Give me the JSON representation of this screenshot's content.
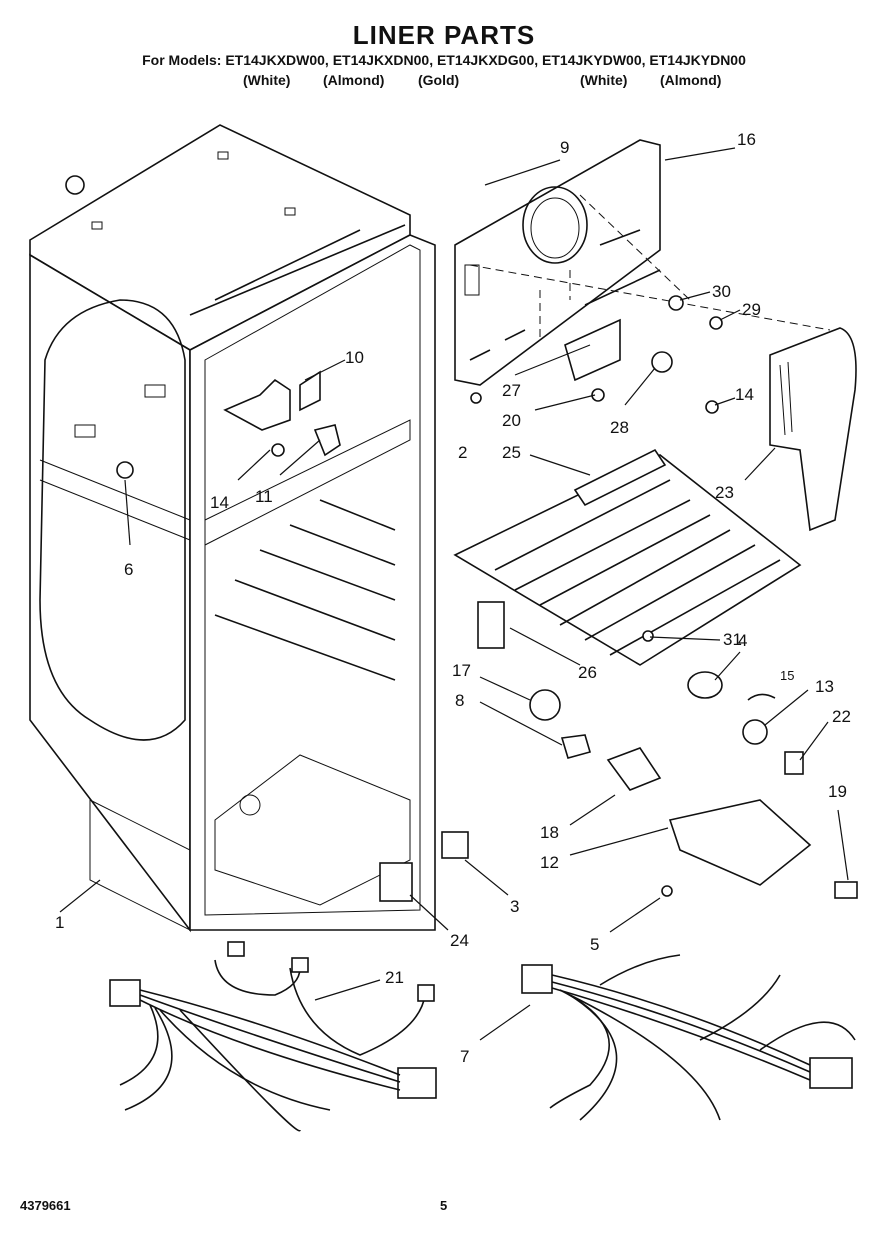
{
  "header": {
    "title": "LINER PARTS",
    "models_line": "For Models: ET14JKXDW00, ET14JKXDN00, ET14JKXDG00, ET14JKYDW00, ET14JKYDN00",
    "colors": [
      "(White)",
      "(Almond)",
      "(Gold)",
      "(White)",
      "(Almond)"
    ]
  },
  "footer": {
    "doc_number": "4379661",
    "page_number": "5"
  },
  "callouts": [
    {
      "id": "c1",
      "label": "1"
    },
    {
      "id": "c2",
      "label": "2"
    },
    {
      "id": "c3",
      "label": "3"
    },
    {
      "id": "c4",
      "label": "4"
    },
    {
      "id": "c5",
      "label": "5"
    },
    {
      "id": "c6",
      "label": "6"
    },
    {
      "id": "c7",
      "label": "7"
    },
    {
      "id": "c8",
      "label": "8"
    },
    {
      "id": "c9",
      "label": "9"
    },
    {
      "id": "c10",
      "label": "10"
    },
    {
      "id": "c11",
      "label": "11"
    },
    {
      "id": "c12",
      "label": "12"
    },
    {
      "id": "c13",
      "label": "13"
    },
    {
      "id": "c14a",
      "label": "14"
    },
    {
      "id": "c14b",
      "label": "14"
    },
    {
      "id": "c15",
      "label": "15"
    },
    {
      "id": "c16",
      "label": "16"
    },
    {
      "id": "c17",
      "label": "17"
    },
    {
      "id": "c18",
      "label": "18"
    },
    {
      "id": "c19",
      "label": "19"
    },
    {
      "id": "c20",
      "label": "20"
    },
    {
      "id": "c21",
      "label": "21"
    },
    {
      "id": "c22",
      "label": "22"
    },
    {
      "id": "c23",
      "label": "23"
    },
    {
      "id": "c24",
      "label": "24"
    },
    {
      "id": "c25",
      "label": "25"
    },
    {
      "id": "c26",
      "label": "26"
    },
    {
      "id": "c27",
      "label": "27"
    },
    {
      "id": "c28",
      "label": "28"
    },
    {
      "id": "c29",
      "label": "29"
    },
    {
      "id": "c30",
      "label": "30"
    },
    {
      "id": "c31",
      "label": "31"
    }
  ]
}
